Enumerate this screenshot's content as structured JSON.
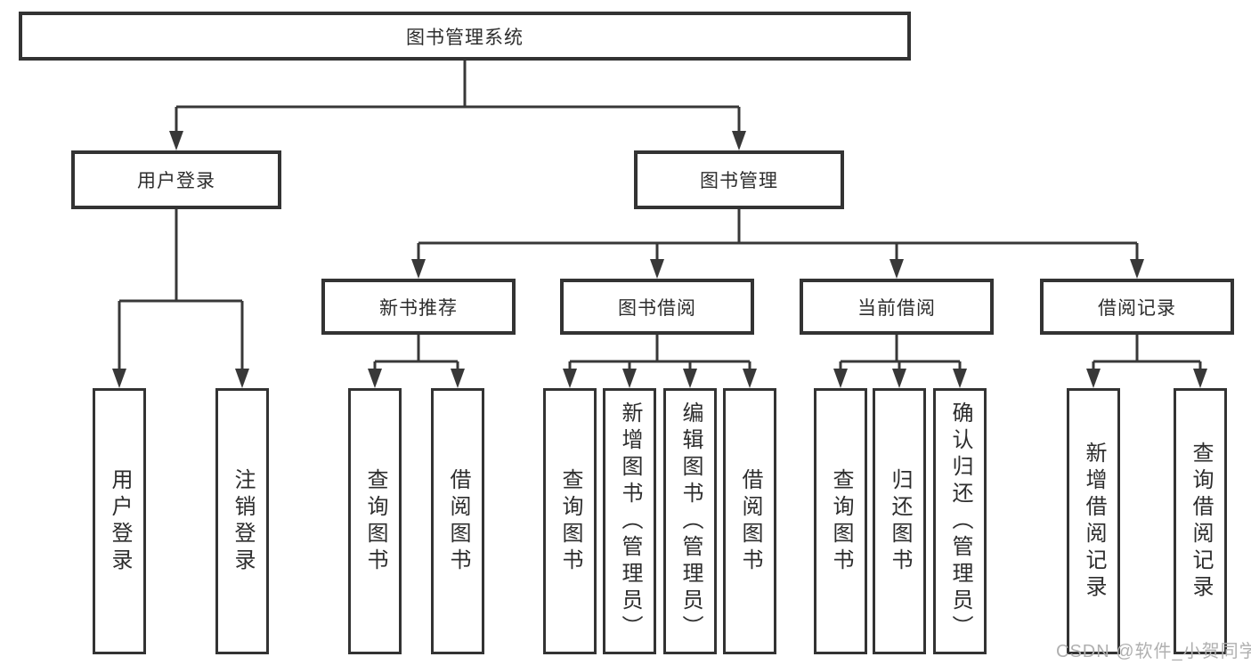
{
  "diagram": {
    "root": {
      "label": "图书管理系统"
    },
    "branches": [
      {
        "label": "用户登录"
      },
      {
        "label": "图书管理"
      }
    ],
    "modules": [
      {
        "label": "新书推荐"
      },
      {
        "label": "图书借阅"
      },
      {
        "label": "当前借阅"
      },
      {
        "label": "借阅记录"
      }
    ],
    "leaves": {
      "user_login": [
        "用户登录",
        "注销登录"
      ],
      "new_book_recommend": [
        "查询图书",
        "借阅图书"
      ],
      "book_borrow": [
        "查询图书",
        "新增图书（管理员）",
        "编辑图书（管理员）",
        "借阅图书"
      ],
      "current_borrow": [
        "查询图书",
        "归还图书",
        "确认归还（管理员）"
      ],
      "borrow_records": [
        "新增借阅记录",
        "查询借阅记录"
      ]
    }
  },
  "watermark": {
    "text": "CSDN @软件_小贺同学"
  },
  "colors": {
    "line": "#383838",
    "box_border": "#333333",
    "text": "#2d2d2d",
    "watermark": "#b0b0b0",
    "background": "#ffffff"
  }
}
